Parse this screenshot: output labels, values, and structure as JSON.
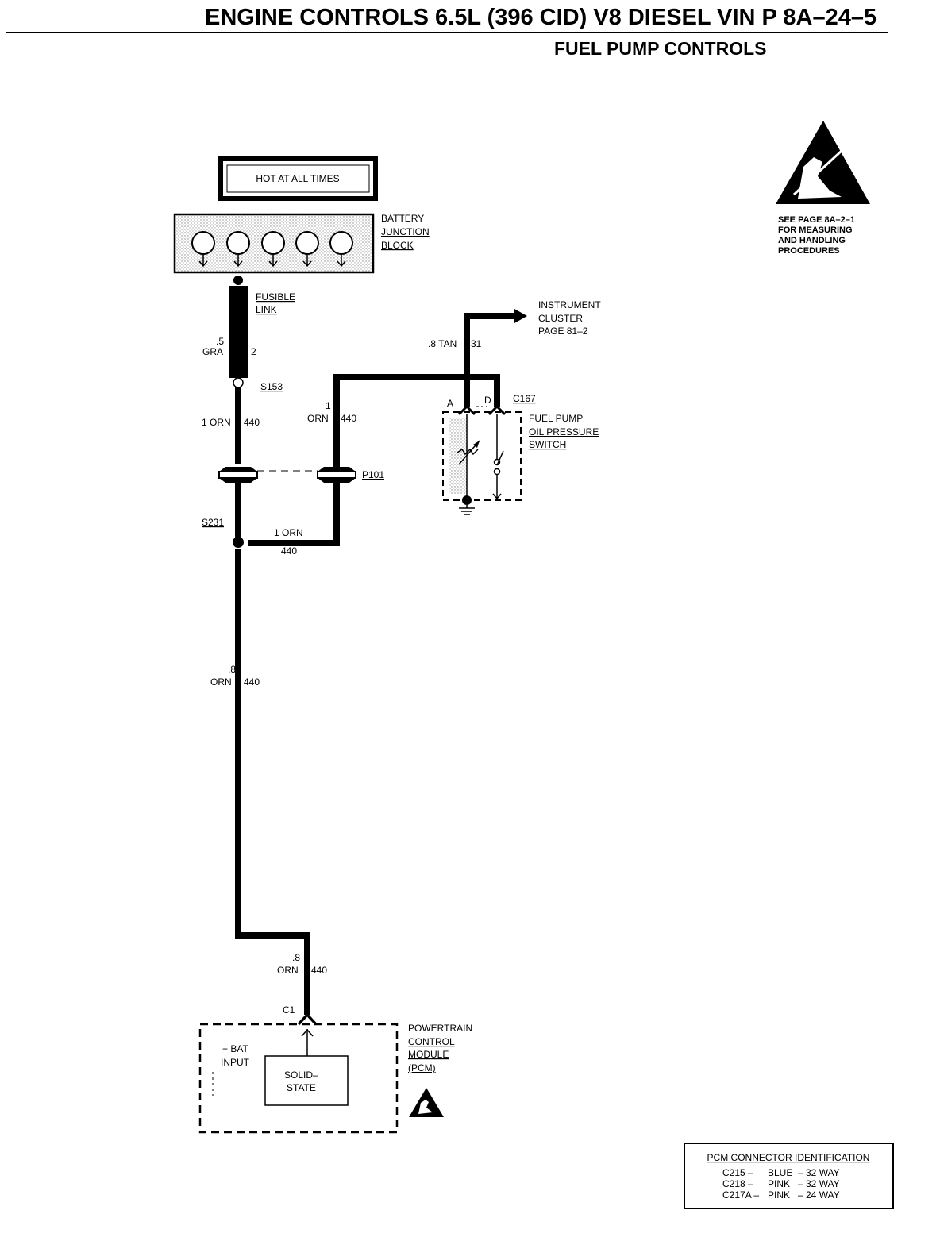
{
  "header": {
    "title": "ENGINE CONTROLS 6.5L (396 CID) V8 DIESEL VIN P  8A–24–5",
    "subtitle": "FUEL PUMP CONTROLS"
  },
  "esd_note": {
    "line1": "SEE PAGE 8A–2–1",
    "line2": "FOR MEASURING",
    "line3": "AND HANDLING",
    "line4": "PROCEDURES"
  },
  "power_source": {
    "label": "HOT AT ALL TIMES"
  },
  "battery_junction_block": {
    "line1": "BATTERY",
    "line2": "JUNCTION",
    "line3": "BLOCK"
  },
  "fusible_link": {
    "line1": "FUSIBLE",
    "line2": "LINK",
    "gauge": ".5",
    "color": "GRA",
    "circuit": "2"
  },
  "splices": {
    "s153": "S153",
    "s231": "S231"
  },
  "connectors": {
    "p101": "P101",
    "c167": "C167",
    "c1": "C1",
    "pin_a": "A",
    "pin_d": "D"
  },
  "wires": {
    "w1": {
      "spec": "1 ORN",
      "circuit": "440"
    },
    "w2": {
      "gauge": "1",
      "color": "ORN",
      "circuit": "440"
    },
    "w3": {
      "spec": "1 ORN",
      "circuit": "440"
    },
    "w4": {
      "gauge": ".8",
      "color": "ORN",
      "circuit": "440"
    },
    "w5": {
      "gauge": ".8",
      "color": "ORN",
      "circuit": "440"
    },
    "tan": {
      "spec": ".8 TAN",
      "circuit": "31"
    }
  },
  "instrument_cluster": {
    "line1": "INSTRUMENT",
    "line2": "CLUSTER",
    "line3": "PAGE 81–2"
  },
  "oil_pressure_switch": {
    "line1": "FUEL PUMP",
    "line2": "OIL PRESSURE",
    "line3": "SWITCH"
  },
  "pcm": {
    "line1": "POWERTRAIN",
    "line2": "CONTROL",
    "line3": "MODULE",
    "line4": "(PCM)",
    "input1": "+ BAT",
    "input2": "INPUT",
    "box1": "SOLID–",
    "box2": "STATE"
  },
  "connector_id": {
    "title": "PCM CONNECTOR IDENTIFICATION",
    "rows": [
      {
        "id": "C215 –",
        "color": "BLUE",
        "way": "– 32 WAY"
      },
      {
        "id": "C218 –",
        "color": "PINK",
        "way": "– 32 WAY"
      },
      {
        "id": "C217A –",
        "color": "PINK",
        "way": "– 24 WAY"
      }
    ]
  }
}
